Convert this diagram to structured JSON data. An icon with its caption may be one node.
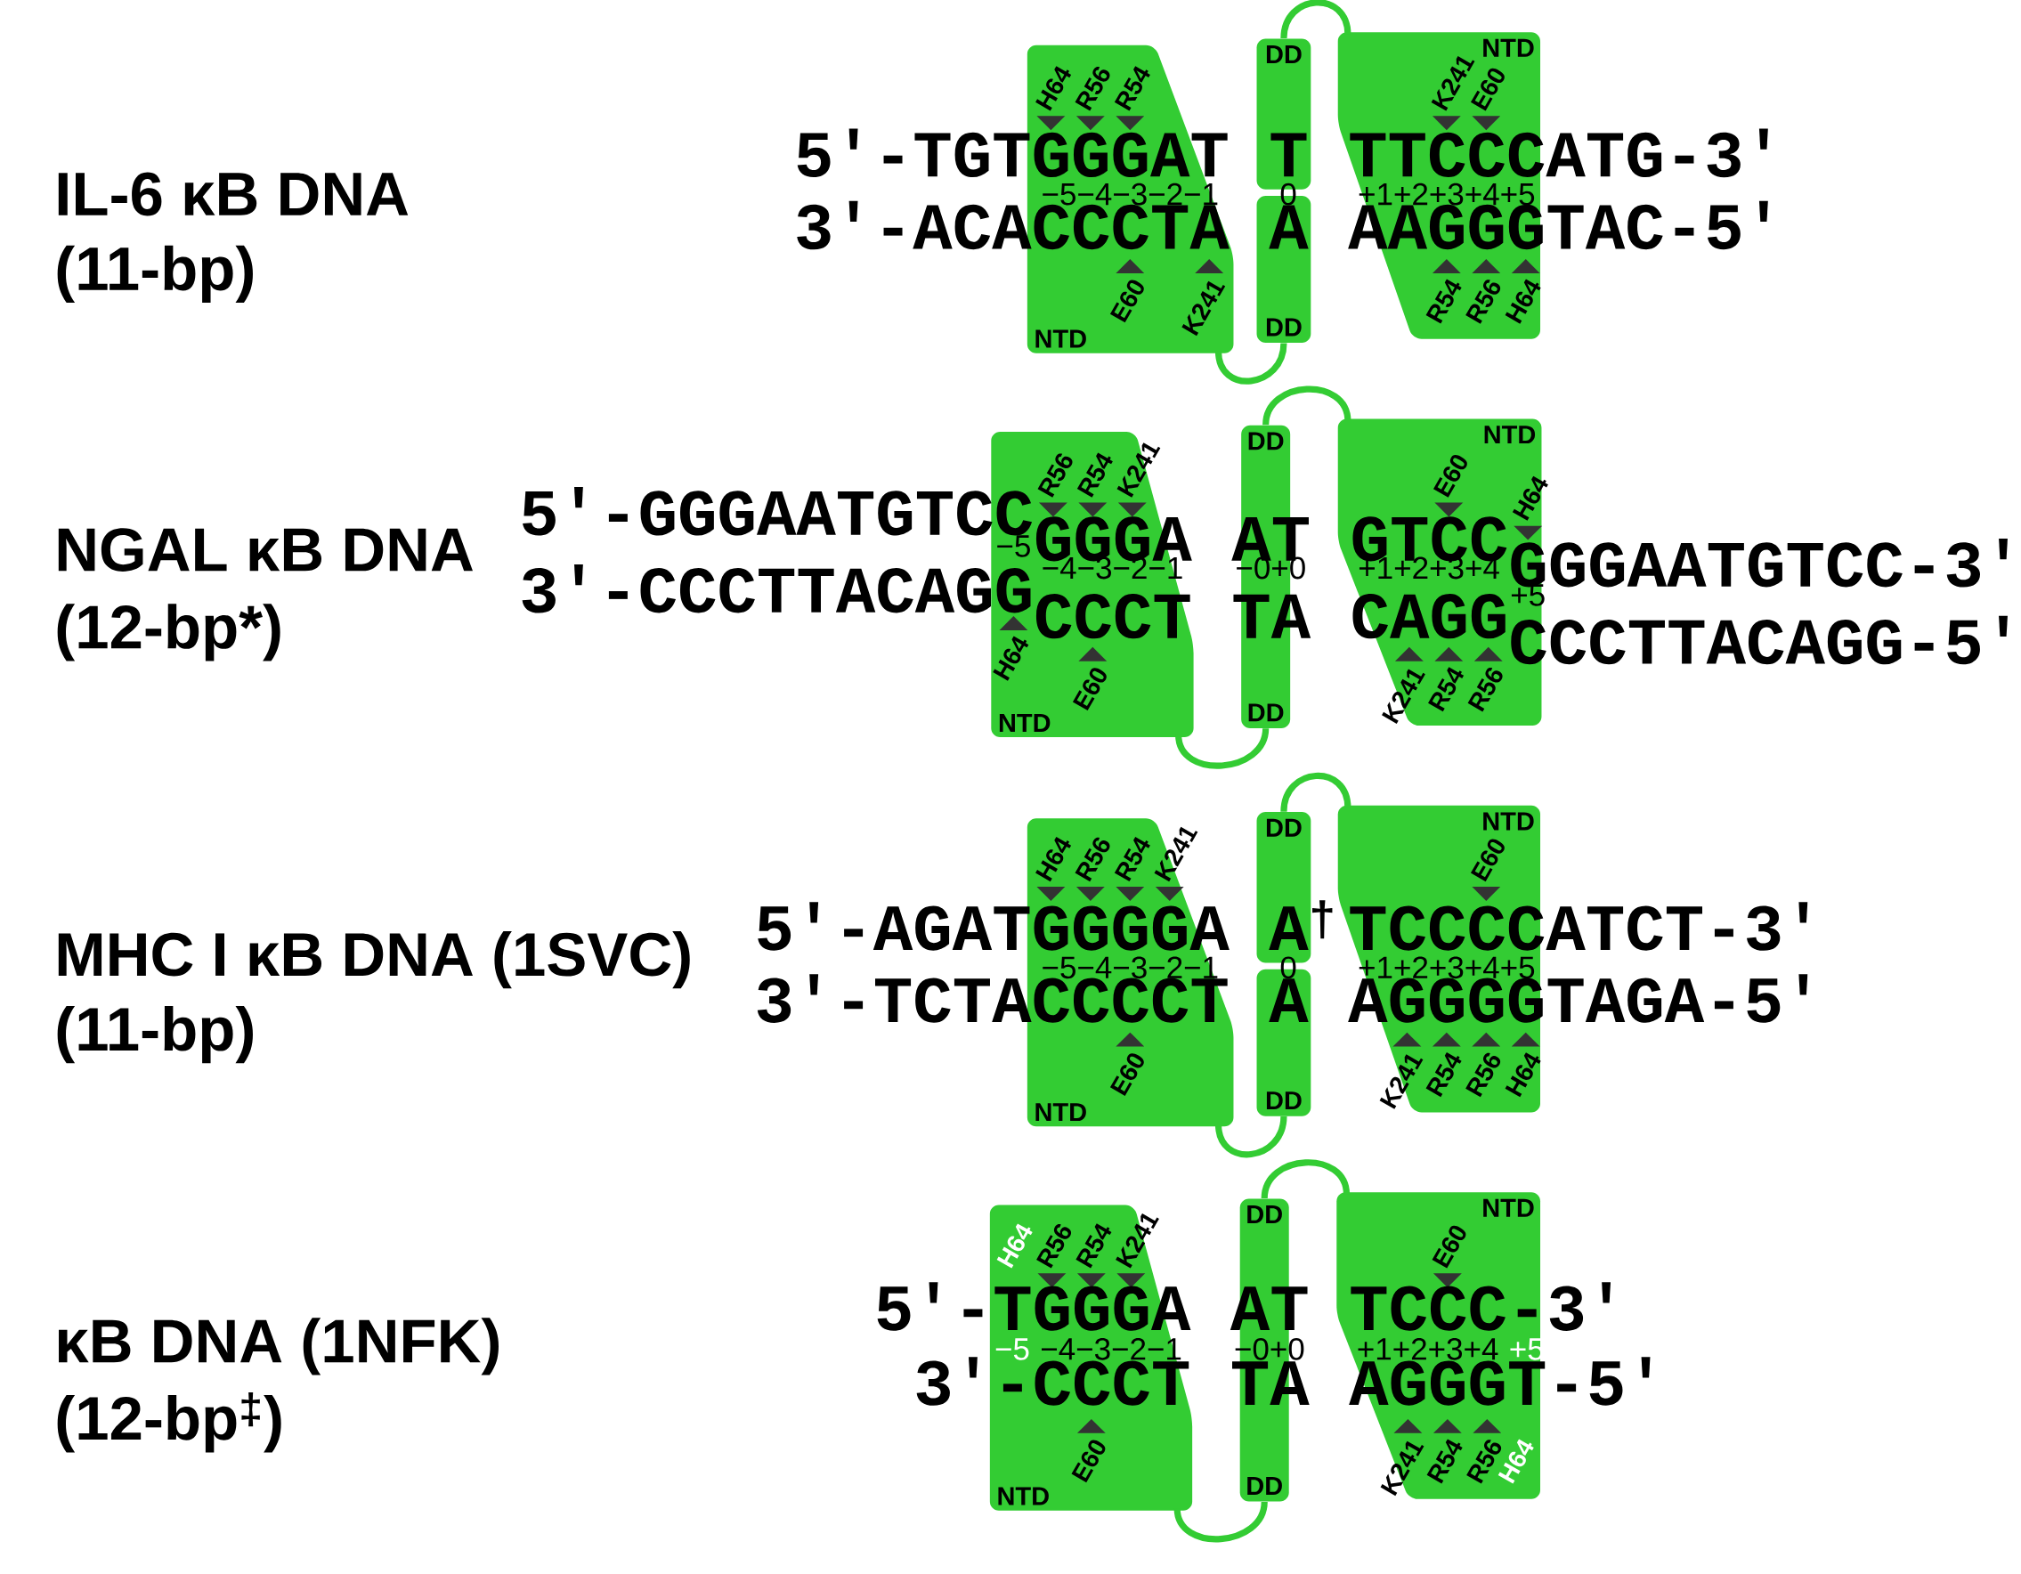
{
  "diagram": {
    "nodes": [
      {
        "text": [
          "H64",
          "R56",
          "R54",
          "E60",
          "K241",
          "NTD"
        ]
      },
      {
        "text": [
          "DD"
        ]
      },
      {
        "text": [
          "DD"
        ]
      },
      {
        "text": [
          "NTD",
          "K241",
          "E60",
          "R54",
          "R56",
          "H64"
        ]
      },
      {
        "text": [
          "R56",
          "R54",
          "K241",
          "H64",
          "E60",
          "NTD"
        ]
      },
      {
        "text": [
          "DD",
          "DD"
        ]
      },
      {
        "text": [
          "NTD",
          "E60",
          "H64",
          "K241",
          "R54",
          "R56"
        ]
      },
      {
        "text": [
          "H64",
          "R56",
          "R54",
          "K241",
          "E60",
          "NTD"
        ]
      },
      {
        "text": [
          "DD"
        ]
      },
      {
        "text": [
          "DD"
        ]
      },
      {
        "text": [
          "NTD",
          "E60",
          "K241",
          "R54",
          "R56",
          "H64"
        ]
      },
      {
        "text": [
          "H64",
          "R56",
          "R54",
          "K241",
          "E60",
          "NTD"
        ]
      },
      {
        "text": [
          "DD",
          "DD"
        ]
      },
      {
        "text": [
          "NTD",
          "E60",
          "K241",
          "R54",
          "R56",
          "H64"
        ]
      }
    ],
    "edges": [
      {
        "from": 1,
        "to": 3,
        "arrow": "none"
      },
      {
        "from": 0,
        "to": 2,
        "arrow": "none"
      },
      {
        "from": 5,
        "to": 6,
        "arrow": "none"
      },
      {
        "from": 4,
        "to": 5,
        "arrow": "none"
      },
      {
        "from": 8,
        "to": 10,
        "arrow": "none"
      },
      {
        "from": 7,
        "to": 9,
        "arrow": "none"
      },
      {
        "from": 12,
        "to": 13,
        "arrow": "none"
      },
      {
        "from": 11,
        "to": 12,
        "arrow": "none"
      }
    ],
    "labels": [
      "IL-6 κB DNA",
      "(11-bp)",
      "5'-TGTGGGAT",
      "T",
      "TTCCCATG-3'",
      "−5−4−3−2−1",
      "0",
      "+1+2+3+4+5",
      "3'-ACACCCTA",
      "A",
      "AAGGGTAC-5'",
      "NGAL κB DNA",
      "(12-bp*)",
      "5'-GGGAATGTCC",
      "GGGA",
      "AT",
      "GTCC",
      "GGGAATGTCC-3'",
      "−5",
      "−4−3−2−1",
      "−0+0",
      "+1+2+3+4",
      "+5",
      "3'-CCCTTACAGG",
      "CCCT",
      "TA",
      "CAGG",
      "CCCTTACAGG-5'",
      "MHC I κB DNA (1SVC)",
      "(11-bp)",
      "5'-AGATGGGGA",
      "A$^{†}$",
      "TCCCCATCT-3'",
      "−5−4−3−2−1",
      "0",
      "+1+2+3+4+5",
      "3'-TCTACCCCT",
      "A",
      "AGGGGTAGA-5'",
      "κB DNA (1NFK)",
      "(12-bp$^{‡}$)",
      "5'-TGGGA",
      "AT",
      "TCCC-3'",
      "−5",
      "−4−3−2−1",
      "−0+0",
      "+1+2+3+4",
      "+5",
      "3'-CCCT",
      "TA",
      "AGGGT-5'"
    ]
  }
}
